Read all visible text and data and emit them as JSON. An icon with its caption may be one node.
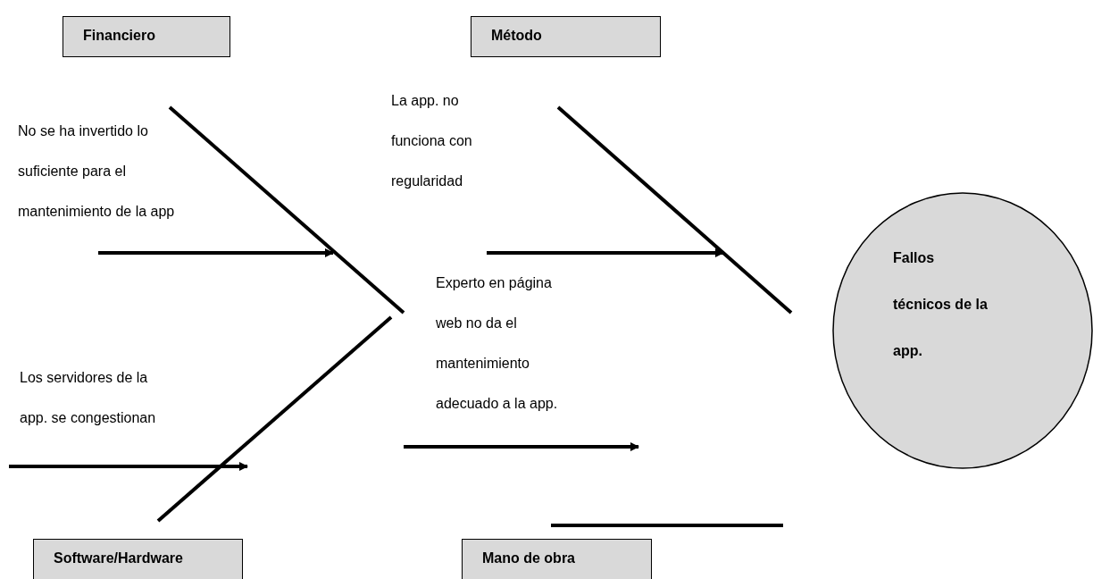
{
  "diagram": {
    "nodes": [
      {
        "text": [
          "Financiero"
        ]
      },
      {
        "text": [
          "Método"
        ]
      },
      {
        "text": [
          "Software/Hardware"
        ]
      },
      {
        "text": [
          "Mano de obra"
        ]
      },
      {
        "text": [
          "Fallos técnicos de la app."
        ]
      },
      {
        "text": [
          "No se ha invertido lo suficiente para el mantenimiento de la app"
        ]
      },
      {
        "text": [
          "La app. no funciona con regularidad"
        ]
      },
      {
        "text": [
          "Los servidores de la app. se congestionan"
        ]
      },
      {
        "text": [
          "Experto en página web no da el mantenimiento adecuado a la app."
        ]
      }
    ],
    "edges": [
      {
        "from": 5,
        "to": null,
        "arrow": "to"
      },
      {
        "from": 6,
        "to": null,
        "arrow": "to"
      },
      {
        "from": 7,
        "to": null,
        "arrow": "to"
      },
      {
        "from": 8,
        "to": null,
        "arrow": "to"
      }
    ]
  }
}
